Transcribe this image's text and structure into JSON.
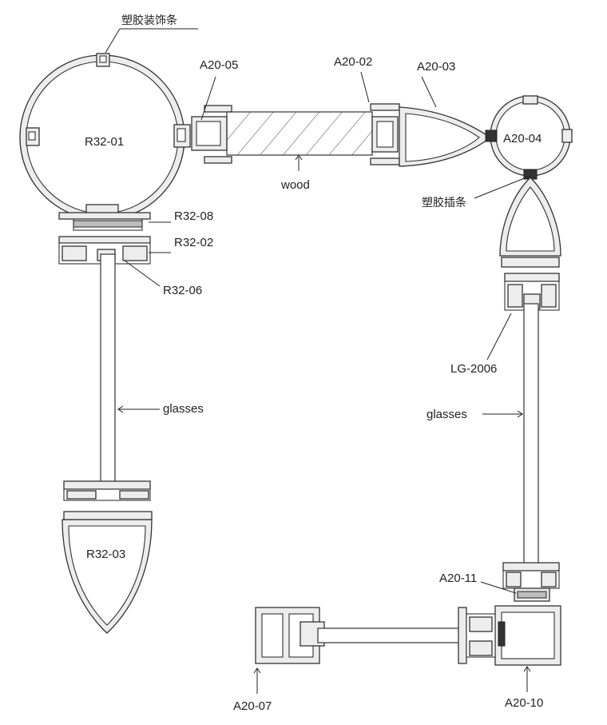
{
  "labels": {
    "plastic_trim": "塑胶装饰条",
    "plastic_strip": "塑胶插条",
    "r32_01": "R32-01",
    "r32_08": "R32-08",
    "r32_02": "R32-02",
    "r32_06": "R32-06",
    "r32_03": "R32-03",
    "a20_05": "A20-05",
    "a20_02": "A20-02",
    "a20_03": "A20-03",
    "a20_04": "A20-04",
    "wood": "wood",
    "glasses_left": "glasses",
    "glasses_right": "glasses",
    "lg_2006": "LG-2006",
    "a20_11": "A20-11",
    "a20_07": "A20-07",
    "a20_10": "A20-10"
  }
}
